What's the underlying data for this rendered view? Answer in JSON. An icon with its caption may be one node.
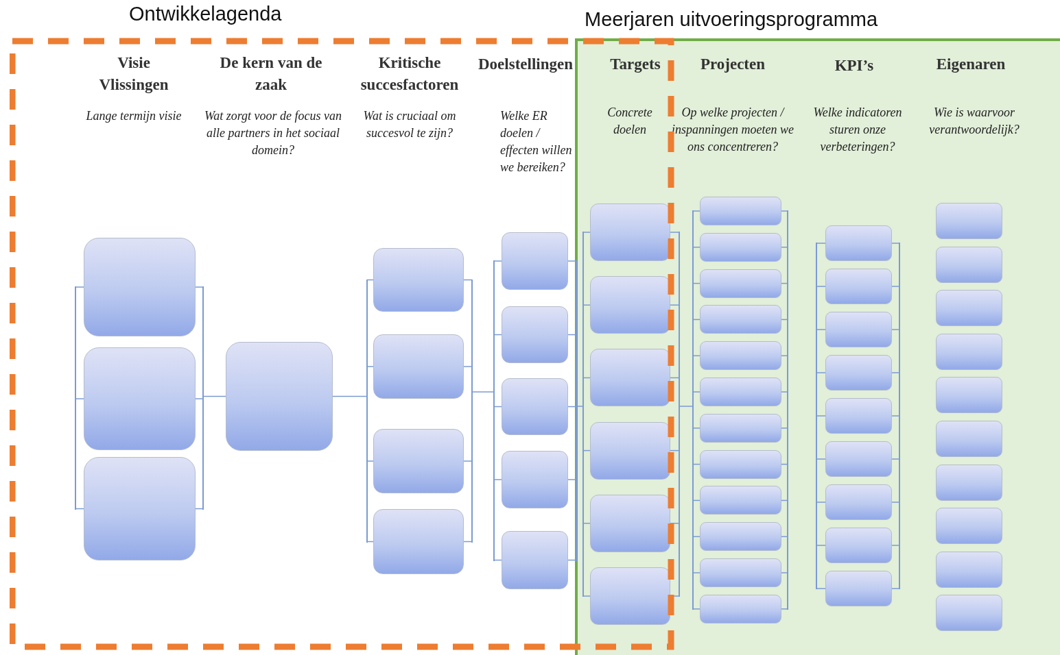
{
  "diagram": {
    "nodes": [
      {
        "text": [
          "Ontwikkelagenda"
        ]
      },
      {
        "text": [
          "Meerjaren uitvoeringsprogramma"
        ]
      },
      {
        "text": [],
        "shape": "box",
        "in": 0
      },
      {
        "text": [],
        "shape": "box",
        "in": 0
      },
      {
        "text": [],
        "shape": "box",
        "in": 0
      },
      {
        "text": [],
        "shape": "box",
        "in": 0
      },
      {
        "text": [],
        "shape": "box",
        "in": 0
      },
      {
        "text": [],
        "shape": "box",
        "in": 0
      },
      {
        "text": [],
        "shape": "box",
        "in": 0
      },
      {
        "text": [],
        "shape": "box",
        "in": 0
      },
      {
        "text": [],
        "shape": "box",
        "in": 0
      },
      {
        "text": [],
        "shape": "box",
        "in": 0
      },
      {
        "text": [],
        "shape": "box",
        "in": 0
      },
      {
        "text": [],
        "shape": "box",
        "in": 0
      },
      {
        "text": [],
        "shape": "box",
        "in": 0
      },
      {
        "text": [],
        "shape": "box"
      },
      {
        "text": [],
        "shape": "box"
      },
      {
        "text": [],
        "shape": "box"
      },
      {
        "text": [],
        "shape": "box"
      },
      {
        "text": [],
        "shape": "box"
      },
      {
        "text": [],
        "shape": "box"
      },
      {
        "text": [],
        "shape": "box",
        "in": 1
      },
      {
        "text": [],
        "shape": "box",
        "in": 1
      },
      {
        "text": [],
        "shape": "box",
        "in": 1
      },
      {
        "text": [],
        "shape": "box",
        "in": 1
      },
      {
        "text": [],
        "shape": "box",
        "in": 1
      },
      {
        "text": [],
        "shape": "box",
        "in": 1
      },
      {
        "text": [],
        "shape": "box",
        "in": 1
      },
      {
        "text": [],
        "shape": "box",
        "in": 1
      },
      {
        "text": [],
        "shape": "box",
        "in": 1
      },
      {
        "text": [],
        "shape": "box",
        "in": 1
      },
      {
        "text": [],
        "shape": "box",
        "in": 1
      },
      {
        "text": [],
        "shape": "box",
        "in": 1
      },
      {
        "text": [],
        "shape": "box",
        "in": 1
      },
      {
        "text": [],
        "shape": "box",
        "in": 1
      },
      {
        "text": [],
        "shape": "box",
        "in": 1
      },
      {
        "text": [],
        "shape": "box",
        "in": 1
      },
      {
        "text": [],
        "shape": "box",
        "in": 1
      },
      {
        "text": [],
        "shape": "box",
        "in": 1
      },
      {
        "text": [],
        "shape": "box",
        "in": 1
      },
      {
        "text": [],
        "shape": "box",
        "in": 1
      },
      {
        "text": [],
        "shape": "box",
        "in": 1
      },
      {
        "text": [],
        "shape": "box",
        "in": 1
      },
      {
        "text": [],
        "shape": "box",
        "in": 1
      },
      {
        "text": [],
        "shape": "box",
        "in": 1
      },
      {
        "text": [],
        "shape": "box",
        "in": 1
      },
      {
        "text": [],
        "shape": "box",
        "in": 1
      },
      {
        "text": [],
        "shape": "box",
        "in": 1
      },
      {
        "text": [],
        "shape": "box",
        "in": 1
      },
      {
        "text": [],
        "shape": "box",
        "in": 1
      },
      {
        "text": [],
        "shape": "box",
        "in": 1
      },
      {
        "text": [],
        "shape": "box",
        "in": 1
      },
      {
        "text": [],
        "shape": "bar",
        "in": 0
      },
      {
        "text": [],
        "shape": "bar",
        "in": 0
      },
      {
        "text": [],
        "shape": "bar",
        "in": 0
      },
      {
        "text": [],
        "shape": "bar",
        "in": 0
      },
      {
        "text": [],
        "shape": "bar",
        "in": 0
      },
      {
        "text": [],
        "shape": "bar",
        "in": 0
      },
      {
        "text": [],
        "shape": "bar"
      },
      {
        "text": [],
        "shape": "bar",
        "in": 1
      },
      {
        "text": [],
        "shape": "bar",
        "in": 1
      },
      {
        "text": [],
        "shape": "bar",
        "in": 1
      },
      {
        "text": [],
        "shape": "bar",
        "in": 1
      },
      {
        "text": [],
        "shape": "bar",
        "in": 1
      }
    ],
    "edges": [
      {
        "from": 2,
        "to": 52,
        "arrow": "none"
      },
      {
        "from": 3,
        "to": 52,
        "arrow": "none"
      },
      {
        "from": 4,
        "to": 52,
        "arrow": "none"
      },
      {
        "from": 2,
        "to": 53,
        "arrow": "none"
      },
      {
        "from": 3,
        "to": 53,
        "arrow": "none"
      },
      {
        "from": 4,
        "to": 53,
        "arrow": "none"
      },
      {
        "from": 53,
        "to": 5,
        "arrow": "none"
      },
      {
        "from": 5,
        "to": 54,
        "arrow": "none"
      },
      {
        "from": 54,
        "to": 6,
        "arrow": "none"
      },
      {
        "from": 54,
        "to": 7,
        "arrow": "none"
      },
      {
        "from": 54,
        "to": 8,
        "arrow": "none"
      },
      {
        "from": 54,
        "to": 9,
        "arrow": "none"
      },
      {
        "from": 6,
        "to": 55,
        "arrow": "none"
      },
      {
        "from": 7,
        "to": 55,
        "arrow": "none"
      },
      {
        "from": 8,
        "to": 55,
        "arrow": "none"
      },
      {
        "from": 9,
        "to": 55,
        "arrow": "none"
      },
      {
        "from": 55,
        "to": 56,
        "arrow": "none"
      },
      {
        "from": 56,
        "to": 10,
        "arrow": "none"
      },
      {
        "from": 56,
        "to": 11,
        "arrow": "none"
      },
      {
        "from": 56,
        "to": 12,
        "arrow": "none"
      },
      {
        "from": 56,
        "to": 13,
        "arrow": "none"
      },
      {
        "from": 56,
        "to": 14,
        "arrow": "none"
      },
      {
        "from": 10,
        "to": 57,
        "arrow": "none"
      },
      {
        "from": 11,
        "to": 57,
        "arrow": "none"
      },
      {
        "from": 12,
        "to": 57,
        "arrow": "none"
      },
      {
        "from": 13,
        "to": 57,
        "arrow": "none"
      },
      {
        "from": 14,
        "to": 57,
        "arrow": "none"
      },
      {
        "from": 57,
        "to": 58,
        "arrow": "none"
      },
      {
        "from": 58,
        "to": 15,
        "arrow": "none"
      },
      {
        "from": 58,
        "to": 16,
        "arrow": "none"
      },
      {
        "from": 58,
        "to": 17,
        "arrow": "none"
      },
      {
        "from": 58,
        "to": 18,
        "arrow": "none"
      },
      {
        "from": 58,
        "to": 19,
        "arrow": "none"
      },
      {
        "from": 58,
        "to": 20,
        "arrow": "none"
      },
      {
        "from": 15,
        "to": 59,
        "arrow": "none"
      },
      {
        "from": 16,
        "to": 59,
        "arrow": "none"
      },
      {
        "from": 17,
        "to": 59,
        "arrow": "none"
      },
      {
        "from": 18,
        "to": 59,
        "arrow": "none"
      },
      {
        "from": 19,
        "to": 59,
        "arrow": "none"
      },
      {
        "from": 20,
        "to": 59,
        "arrow": "none"
      },
      {
        "from": 59,
        "to": 60,
        "arrow": "none"
      },
      {
        "from": 60,
        "to": 21,
        "arrow": "none"
      },
      {
        "from": 60,
        "to": 22,
        "arrow": "none"
      },
      {
        "from": 60,
        "to": 23,
        "arrow": "none"
      },
      {
        "from": 60,
        "to": 24,
        "arrow": "none"
      },
      {
        "from": 60,
        "to": 25,
        "arrow": "none"
      },
      {
        "from": 60,
        "to": 26,
        "arrow": "none"
      },
      {
        "from": 60,
        "to": 27,
        "arrow": "none"
      },
      {
        "from": 60,
        "to": 28,
        "arrow": "none"
      },
      {
        "from": 60,
        "to": 29,
        "arrow": "none"
      },
      {
        "from": 60,
        "to": 30,
        "arrow": "none"
      },
      {
        "from": 60,
        "to": 31,
        "arrow": "none"
      },
      {
        "from": 60,
        "to": 32,
        "arrow": "none"
      },
      {
        "from": 21,
        "to": 61,
        "arrow": "none"
      },
      {
        "from": 22,
        "to": 61,
        "arrow": "none"
      },
      {
        "from": 23,
        "to": 61,
        "arrow": "none"
      },
      {
        "from": 24,
        "to": 61,
        "arrow": "none"
      },
      {
        "from": 25,
        "to": 61,
        "arrow": "none"
      },
      {
        "from": 26,
        "to": 61,
        "arrow": "none"
      },
      {
        "from": 27,
        "to": 61,
        "arrow": "none"
      },
      {
        "from": 28,
        "to": 61,
        "arrow": "none"
      },
      {
        "from": 29,
        "to": 61,
        "arrow": "none"
      },
      {
        "from": 30,
        "to": 61,
        "arrow": "none"
      },
      {
        "from": 31,
        "to": 61,
        "arrow": "none"
      },
      {
        "from": 32,
        "to": 61,
        "arrow": "none"
      },
      {
        "from": 33,
        "to": 62,
        "arrow": "none"
      },
      {
        "from": 34,
        "to": 62,
        "arrow": "none"
      },
      {
        "from": 35,
        "to": 62,
        "arrow": "none"
      },
      {
        "from": 36,
        "to": 62,
        "arrow": "none"
      },
      {
        "from": 37,
        "to": 62,
        "arrow": "none"
      },
      {
        "from": 38,
        "to": 62,
        "arrow": "none"
      },
      {
        "from": 39,
        "to": 62,
        "arrow": "none"
      },
      {
        "from": 40,
        "to": 62,
        "arrow": "none"
      },
      {
        "from": 41,
        "to": 62,
        "arrow": "none"
      },
      {
        "from": 33,
        "to": 63,
        "arrow": "none"
      },
      {
        "from": 34,
        "to": 63,
        "arrow": "none"
      },
      {
        "from": 35,
        "to": 63,
        "arrow": "none"
      },
      {
        "from": 36,
        "to": 63,
        "arrow": "none"
      },
      {
        "from": 37,
        "to": 63,
        "arrow": "none"
      },
      {
        "from": 38,
        "to": 63,
        "arrow": "none"
      },
      {
        "from": 39,
        "to": 63,
        "arrow": "none"
      },
      {
        "from": 40,
        "to": 63,
        "arrow": "none"
      },
      {
        "from": 41,
        "to": 63,
        "arrow": "none"
      }
    ],
    "labels": [
      "Visie Vlissingen",
      "Lange termijn visie",
      "De kern van de zaak",
      "Wat zorgt voor de focus van alle partners in het sociaal domein?",
      "Kritische succesfactoren",
      "Wat is cruciaal om succesvol te zijn?",
      "Doelstellingen",
      "Welke ER doelen / effecten willen we bereiken?",
      "Targets",
      "Concrete doelen",
      "Projecten",
      "Op welke projecten / inspanningen moeten we ons concentreren?",
      "KPI’s",
      "Welke indicatoren sturen onze verbeteringen?",
      "Eigenaren",
      "Wie is waarvoor verantwoordelijk?"
    ]
  }
}
